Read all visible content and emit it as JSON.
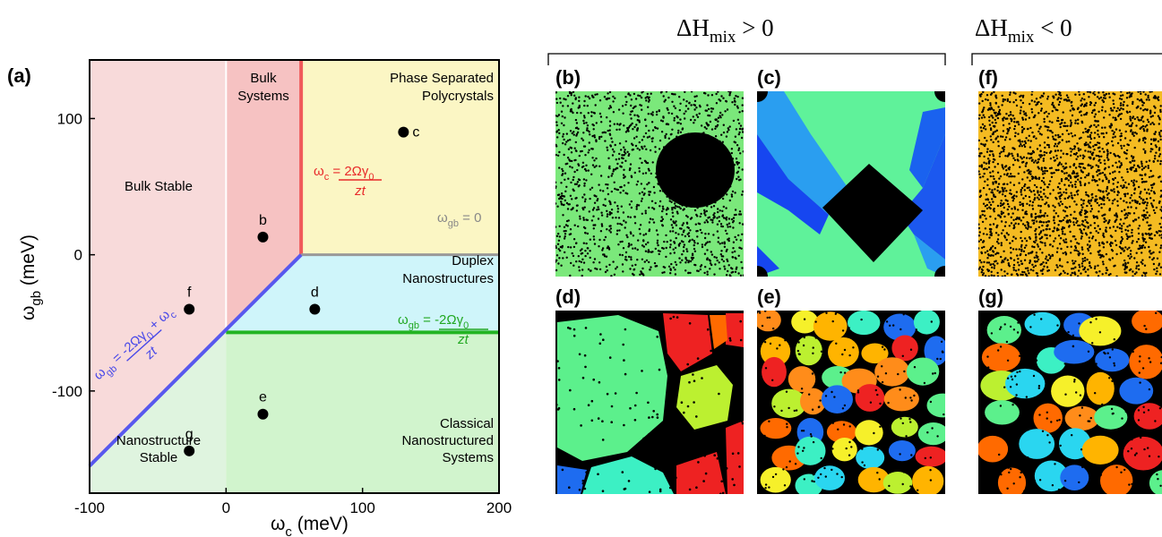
{
  "panel_a": {
    "label": "(a)",
    "x_axis": {
      "label_main": "ω",
      "label_sub": "c",
      "label_unit": " (meV)",
      "range": [
        -100,
        200
      ],
      "ticks": [
        "-100",
        "0",
        "100",
        "200"
      ]
    },
    "y_axis": {
      "label_main": "ω",
      "label_sub": "gb",
      "label_unit": " (meV)",
      "range": [
        -175,
        143
      ],
      "ticks": [
        "100",
        "0",
        "-100"
      ]
    },
    "regions": {
      "bulk_stable": "Bulk Stable",
      "bulk_systems_line1": "Bulk",
      "bulk_systems_line2": "Systems",
      "phase_sep_line1": "Phase Separated",
      "phase_sep_line2": "Polycrystals",
      "duplex_line1": "Duplex",
      "duplex_line2": "Nanostructures",
      "classical_line1": "Classical",
      "classical_line2": "Nanostructured",
      "classical_line3": "Systems",
      "nano_stable_line1": "Nanostructure",
      "nano_stable_line2": "Stable"
    },
    "equations": {
      "wc_lhs": "ω",
      "wc_sub": "c",
      "wc_num": " = 2Ωγ",
      "wc_num_sub": "0",
      "wc_den": "zt",
      "wgb_zero": "ω",
      "wgb_zero_sub": "gb",
      "wgb_zero_rhs": " = 0",
      "green_lhs": "ω",
      "green_sub": "gb",
      "green_num": " = -2Ωγ",
      "green_num_sub": "0",
      "green_den": "zt",
      "blue_text_1": "ω",
      "blue_sub_1": "gb",
      "blue_text_2": " = -2Ωγ",
      "blue_sub_2": "0",
      "blue_text_3": " + ω",
      "blue_sub_3": "c",
      "blue_den": "zt"
    },
    "colors": {
      "bulk_stable": "#f8dada",
      "bulk_systems": "#f6c2c2",
      "phase_sep": "#fbf6c4",
      "duplex": "#cff5fa",
      "classical": "#d1f4cd",
      "nano_stable": "#dff4df",
      "red_line": "#f05a5a",
      "gray_line": "#999999",
      "green_line": "#22b422",
      "blue_line": "#5858ee"
    }
  },
  "chart_data": {
    "type": "scatter",
    "xlabel": "ωc (meV)",
    "ylabel": "ωgb (meV)",
    "xlim": [
      -100,
      200
    ],
    "ylim": [
      -175,
      143
    ],
    "points": [
      {
        "label": "b",
        "x": 27,
        "y": 13
      },
      {
        "label": "c",
        "x": 130,
        "y": 90
      },
      {
        "label": "d",
        "x": 65,
        "y": -40
      },
      {
        "label": "e",
        "x": 27,
        "y": -117
      },
      {
        "label": "f",
        "x": -27,
        "y": -40
      },
      {
        "label": "g",
        "x": -27,
        "y": -144
      }
    ],
    "boundaries": [
      {
        "name": "ωc = 2Ωγ0/zt",
        "x": 55,
        "from_y": 0,
        "to_y": 143
      },
      {
        "name": "ωgb = 0",
        "y": 0,
        "from_x": 55,
        "to_x": 200
      },
      {
        "name": "ωgb = -2Ωγ0/zt",
        "y": -57,
        "from_x": 0,
        "to_x": 200
      },
      {
        "name": "ωgb = -2Ωγ0/zt + ωc",
        "from": [
          -100,
          -155
        ],
        "to": [
          55,
          0
        ]
      }
    ]
  },
  "headers": {
    "left_delta": "ΔH",
    "left_sub": "mix",
    "left_rel": " > 0",
    "right_delta": "ΔH",
    "right_sub": "mix",
    "right_rel": " < 0"
  },
  "microstructures": {
    "b": {
      "label": "(b)",
      "background": "#7be87b"
    },
    "c": {
      "label": "(c)",
      "background": "#5ff29a"
    },
    "d": {
      "label": "(d)",
      "background": "#5cf08c"
    },
    "e": {
      "label": "(e)",
      "background": "#000000"
    },
    "f": {
      "label": "(f)",
      "background": "#f4bb22"
    },
    "g": {
      "label": "(g)",
      "background": "#000000"
    }
  }
}
